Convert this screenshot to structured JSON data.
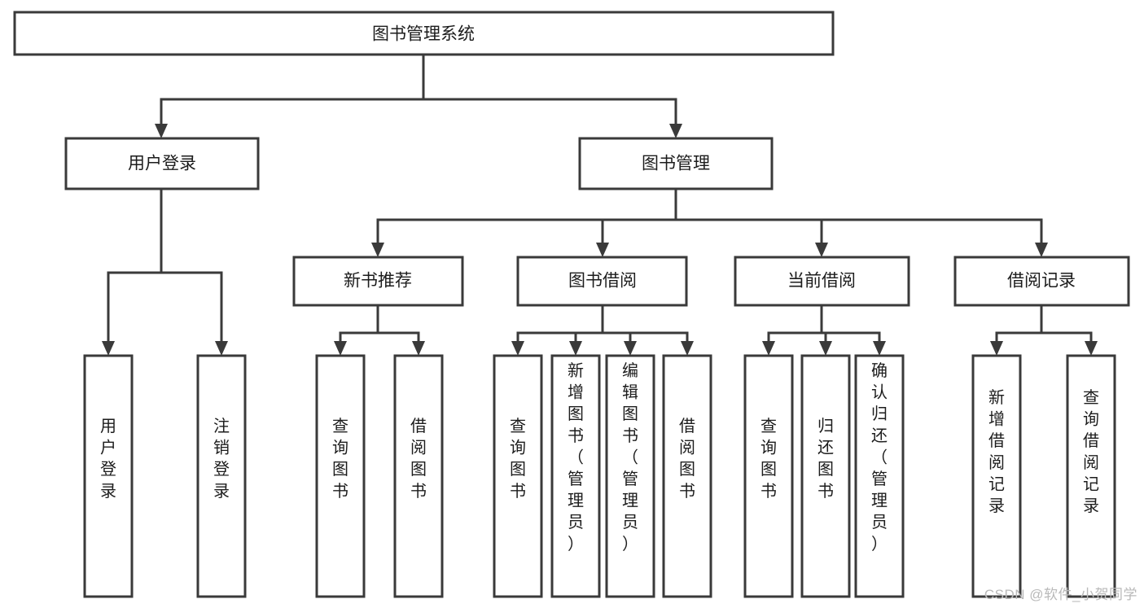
{
  "diagram": {
    "type": "tree-hierarchy-chart",
    "title": "图书管理系统",
    "watermark": "CSDN @软件_小贺同学",
    "colors": {
      "box_stroke": "#3a3a3a",
      "box_fill": "#ffffff",
      "text": "#1c1c1c",
      "edge": "#3a3a3a",
      "watermark": "#b9b9b9",
      "background": "#ffffff"
    },
    "levels": {
      "root": {
        "label": "图书管理系统"
      },
      "level2": [
        {
          "id": "user-login",
          "label": "用户登录"
        },
        {
          "id": "book-management",
          "label": "图书管理"
        }
      ],
      "level3": [
        {
          "id": "new-book-recommend",
          "label": "新书推荐",
          "parent": "book-management"
        },
        {
          "id": "book-borrow",
          "label": "图书借阅",
          "parent": "book-management"
        },
        {
          "id": "current-borrow",
          "label": "当前借阅",
          "parent": "book-management"
        },
        {
          "id": "borrow-record",
          "label": "借阅记录",
          "parent": "book-management"
        }
      ],
      "leaves": [
        {
          "id": "leaf-user-login",
          "label": "用户登录",
          "parent": "user-login"
        },
        {
          "id": "leaf-user-logout",
          "label": "注销登录",
          "parent": "user-login"
        },
        {
          "id": "leaf-query-book-1",
          "label": "查询图书",
          "parent": "new-book-recommend"
        },
        {
          "id": "leaf-borrow-book-1",
          "label": "借阅图书",
          "parent": "new-book-recommend"
        },
        {
          "id": "leaf-query-book-2",
          "label": "查询图书",
          "parent": "book-borrow"
        },
        {
          "id": "leaf-add-book",
          "label": "新增图书（管理员）",
          "parent": "book-borrow"
        },
        {
          "id": "leaf-edit-book",
          "label": "编辑图书（管理员）",
          "parent": "book-borrow"
        },
        {
          "id": "leaf-borrow-book-2",
          "label": "借阅图书",
          "parent": "book-borrow"
        },
        {
          "id": "leaf-query-book-3",
          "label": "查询图书",
          "parent": "current-borrow"
        },
        {
          "id": "leaf-return-book",
          "label": "归还图书",
          "parent": "current-borrow"
        },
        {
          "id": "leaf-confirm-return",
          "label": "确认归还（管理员）",
          "parent": "current-borrow"
        },
        {
          "id": "leaf-add-record",
          "label": "新增借阅记录",
          "parent": "borrow-record"
        },
        {
          "id": "leaf-query-record",
          "label": "查询借阅记录",
          "parent": "borrow-record"
        }
      ]
    }
  }
}
